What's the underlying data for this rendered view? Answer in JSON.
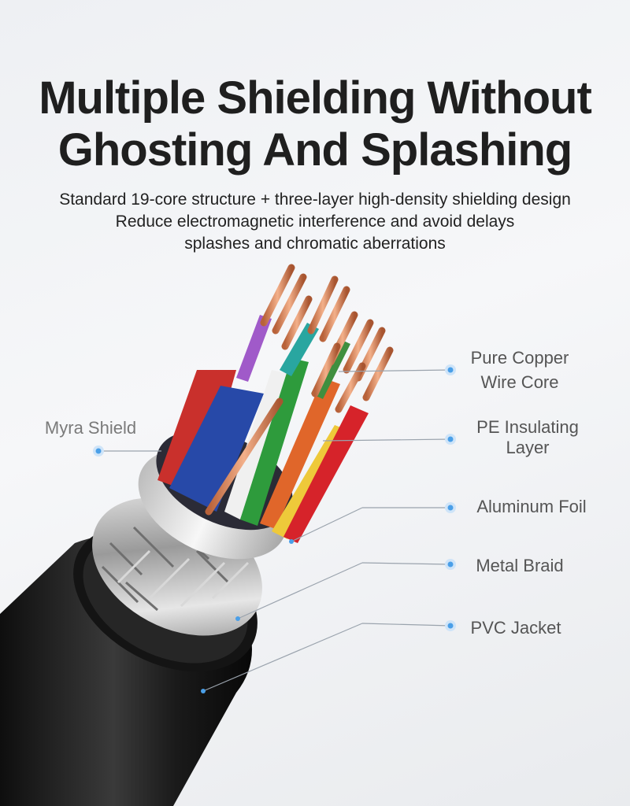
{
  "headline": {
    "line1": "Multiple Shielding Without",
    "line2": "Ghosting And Splashing"
  },
  "subtitle": {
    "line1": "Standard 19-core structure + three-layer high-density shielding design",
    "line2": "Reduce electromagnetic interference and avoid delays",
    "line3": "splashes and chromatic aberrations"
  },
  "callouts": {
    "myra_shield": "Myra Shield",
    "pure_copper_line1": "Pure Copper",
    "pure_copper_line2": "Wire Core",
    "pe_insulating_line1": "PE Insulating",
    "pe_insulating_line2": "Layer",
    "aluminum_foil": "Aluminum Foil",
    "metal_braid": "Metal Braid",
    "pvc_jacket": "PVC Jacket"
  },
  "colors": {
    "accent_dot": "#4a9fe8",
    "jacket": "#1c1c1c",
    "copper": "#d9825a"
  }
}
